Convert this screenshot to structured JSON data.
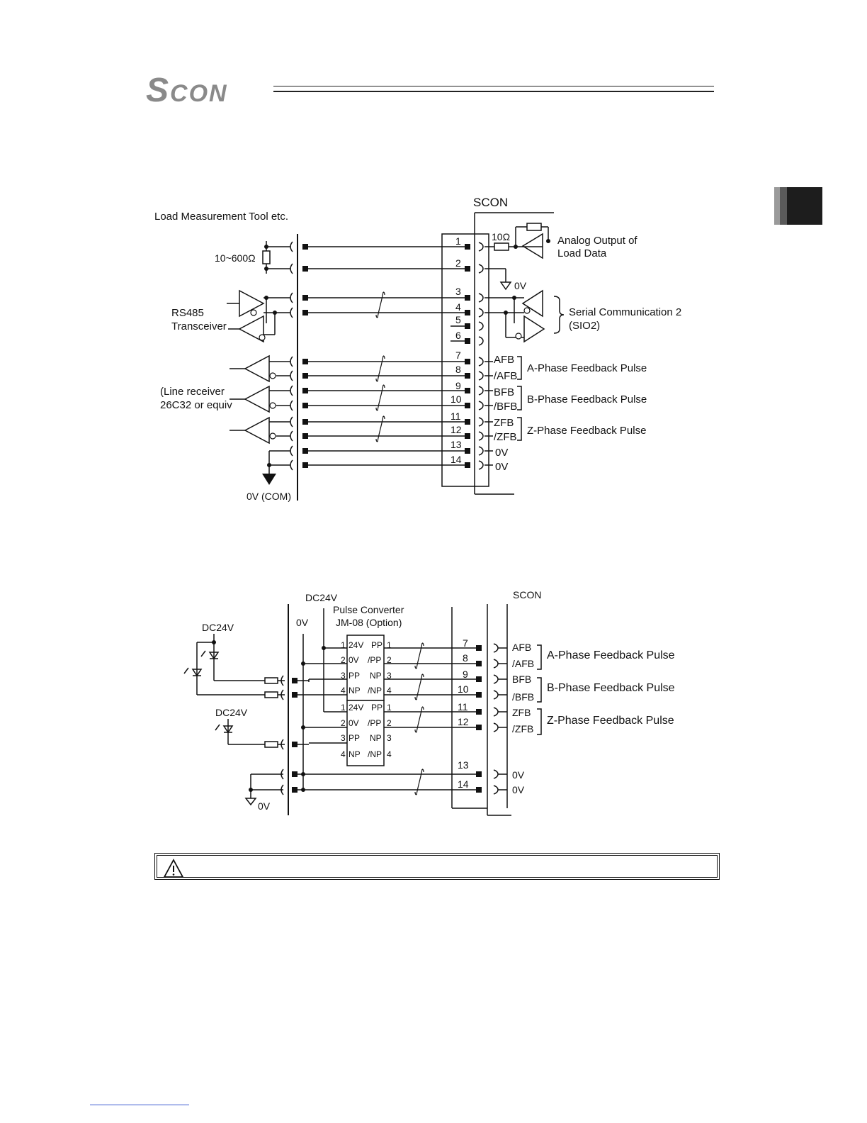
{
  "header": {
    "logo_s": "S",
    "logo_rest": "CON"
  },
  "diagram1": {
    "device_label": "Load Measurement Tool etc.",
    "controller_label": "SCON",
    "resistor_label": "10~600Ω",
    "rs485_label_line1": "RS485",
    "rs485_label_line2": "Transceiver",
    "line_receiver_line1": "(Line receiver",
    "line_receiver_line2": "26C32 or equiv",
    "com_label": "0V (COM)",
    "series_resistor": "10Ω",
    "analog_output_line1": "Analog Output of",
    "analog_output_line2": "Load Data",
    "ground_0v": "0V",
    "sio2_line1": "Serial Communication 2",
    "sio2_line2": "(SIO2)",
    "pins": [
      "1",
      "2",
      "3",
      "4",
      "5",
      "6",
      "7",
      "8",
      "9",
      "10",
      "11",
      "12",
      "13",
      "14"
    ],
    "signals": [
      "AFB",
      "/AFB",
      "BFB",
      "/BFB",
      "ZFB",
      "/ZFB",
      "0V",
      "0V"
    ],
    "phase_labels": [
      "A-Phase Feedback Pulse",
      "B-Phase Feedback Pulse",
      "Z-Phase Feedback Pulse"
    ]
  },
  "diagram2": {
    "dc24v_top": "DC24V",
    "converter_line1": "Pulse Converter",
    "converter_line2": "JM-08 (Option)",
    "ov_label": "0V",
    "controller_label": "SCON",
    "dc24v_left1": "DC24V",
    "dc24v_left2": "DC24V",
    "ground_label": "0V",
    "conv_left_pins": [
      "1",
      "2",
      "3",
      "4",
      "1",
      "2",
      "3",
      "4"
    ],
    "conv_left_names": [
      "24V",
      "0V",
      "PP",
      "NP",
      "24V",
      "0V",
      "PP",
      "NP"
    ],
    "conv_right_names": [
      "PP",
      "/PP",
      "NP",
      "/NP",
      "PP",
      "/PP",
      "NP",
      "/NP"
    ],
    "conv_right_pins": [
      "1",
      "2",
      "3",
      "4",
      "1",
      "2",
      "3",
      "4"
    ],
    "pins": [
      "7",
      "8",
      "9",
      "10",
      "11",
      "12",
      "13",
      "14"
    ],
    "signals": [
      "AFB",
      "/AFB",
      "BFB",
      "/BFB",
      "ZFB",
      "/ZFB",
      "0V",
      "0V"
    ],
    "phase_labels": [
      "A-Phase Feedback Pulse",
      "B-Phase Feedback Pulse",
      "Z-Phase Feedback Pulse"
    ]
  },
  "icons": {
    "warning": "warning-triangle-icon"
  }
}
